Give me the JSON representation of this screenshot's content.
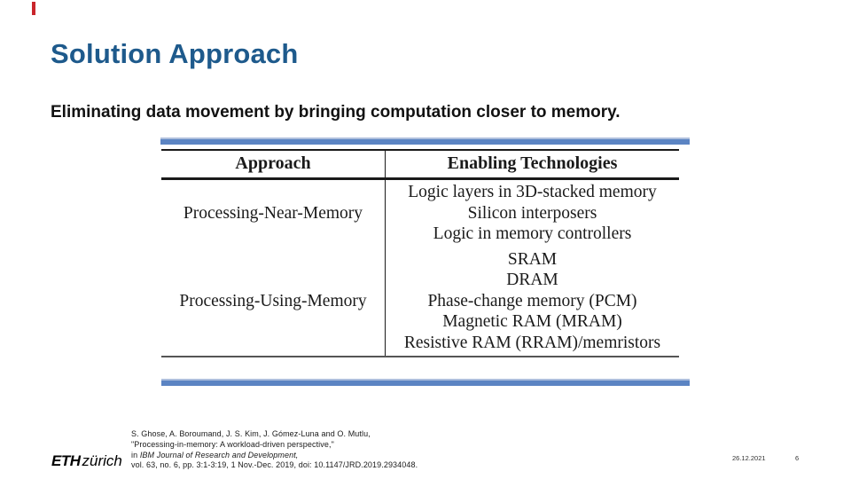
{
  "slide": {
    "title": "Solution Approach",
    "subtitle": "Eliminating data movement by bringing computation closer to memory."
  },
  "table": {
    "headers": [
      "Approach",
      "Enabling Technologies"
    ],
    "rows": [
      {
        "approach": "Processing-Near-Memory",
        "technologies": [
          "Logic layers in 3D-stacked memory",
          "Silicon interposers",
          "Logic in memory controllers"
        ]
      },
      {
        "approach": "Processing-Using-Memory",
        "technologies": [
          "SRAM",
          "DRAM",
          "Phase-change memory (PCM)",
          "Magnetic RAM (MRAM)",
          "Resistive RAM (RRAM)/memristors"
        ]
      }
    ]
  },
  "citation": {
    "line1": "S. Ghose, A. Boroumand, J. S. Kim, J. Gómez-Luna and O. Mutlu,",
    "line2": "\"Processing-in-memory: A workload-driven perspective,\"",
    "line3_prefix": "in ",
    "line3_italic": "IBM Journal of Research and Development,",
    "line4": "vol. 63, no. 6, pp. 3:1-3:19, 1 Nov.-Dec. 2019, doi: 10.1147/JRD.2019.2934048."
  },
  "footer": {
    "logo_eth": "ETH",
    "logo_city": "zürich",
    "date": "26.12.2021",
    "page": "6"
  },
  "colors": {
    "title_blue": "#1e5a8c",
    "accent_bar_blue": "#5b84c3",
    "red_mark": "#c9252b"
  }
}
